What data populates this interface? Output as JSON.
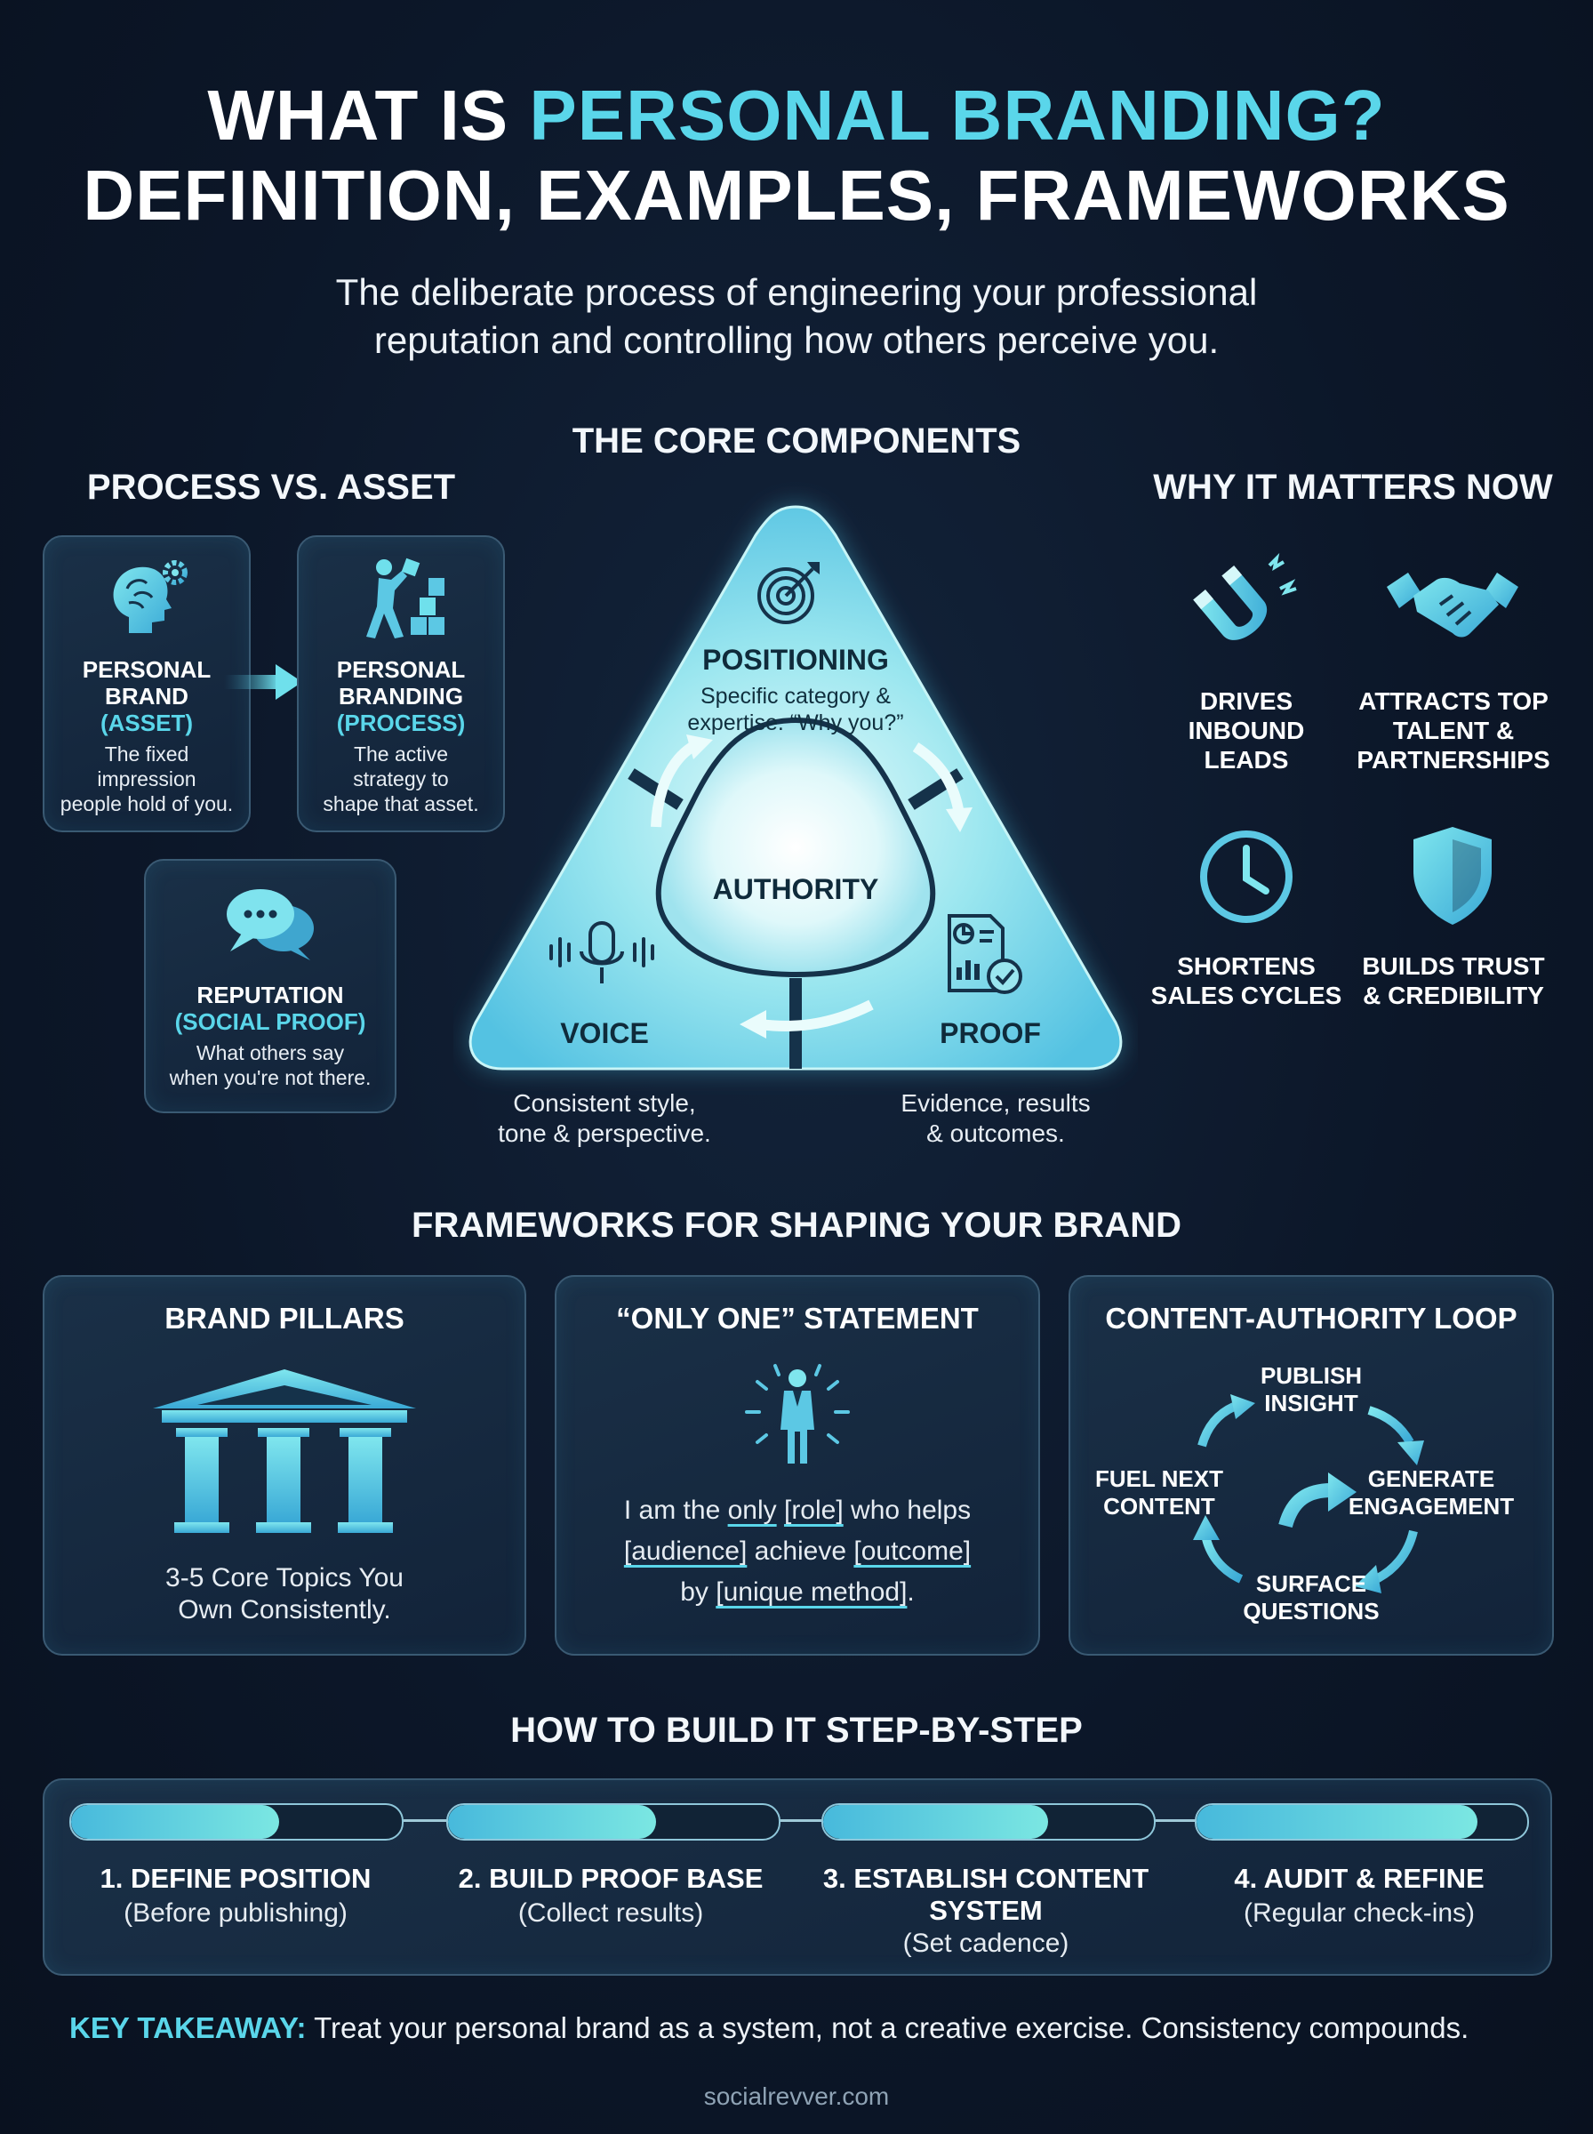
{
  "header": {
    "title_part1": "WHAT IS ",
    "title_accent": "PERSONAL BRANDING?",
    "title_line2": "DEFINITION, EXAMPLES, FRAMEWORKS",
    "subtitle_line1": "The deliberate process of engineering your professional",
    "subtitle_line2": "reputation and controlling how others perceive you."
  },
  "core": {
    "heading": "THE CORE COMPONENTS",
    "positioning": {
      "label": "POSITIONING",
      "text_line1": "Specific category &",
      "text_line2": "expertise. “Why you?”",
      "icon": "target-icon"
    },
    "authority": {
      "label": "AUTHORITY"
    },
    "voice": {
      "label": "VOICE",
      "desc_line1": "Consistent style,",
      "desc_line2": "tone & perspective.",
      "icon": "microphone-icon"
    },
    "proof": {
      "label": "PROOF",
      "desc_line1": "Evidence, results",
      "desc_line2": "& outcomes.",
      "icon": "report-check-icon"
    }
  },
  "process_vs_asset": {
    "heading": "PROCESS VS. ASSET",
    "asset": {
      "title_line1": "PERSONAL",
      "title_line2": "BRAND",
      "sub": "(ASSET)",
      "text_line1": "The fixed",
      "text_line2": "impression",
      "text_line3": "people hold of you.",
      "icon": "brain-gear-icon"
    },
    "process": {
      "title_line1": "PERSONAL",
      "title_line2": "BRANDING",
      "sub": "(PROCESS)",
      "text_line1": "The active",
      "text_line2": "strategy to",
      "text_line3": "shape that asset.",
      "icon": "person-building-icon"
    },
    "reputation": {
      "title": "REPUTATION",
      "sub": "(SOCIAL PROOF)",
      "text_line1": "What others say",
      "text_line2": "when you're not there.",
      "icon": "chat-bubbles-icon"
    }
  },
  "why": {
    "heading": "WHY IT MATTERS NOW",
    "items": [
      {
        "line1": "DRIVES",
        "line2": "INBOUND",
        "line3": "LEADS",
        "icon": "magnet-icon"
      },
      {
        "line1": "ATTRACTS TOP",
        "line2": "TALENT &",
        "line3": "PARTNERSHIPS",
        "icon": "handshake-icon"
      },
      {
        "line1": "SHORTENS",
        "line2": "SALES CYCLES",
        "icon": "clock-icon"
      },
      {
        "line1": "BUILDS TRUST",
        "line2": "& CREDIBILITY",
        "icon": "shield-icon"
      }
    ]
  },
  "frameworks": {
    "heading": "FRAMEWORKS FOR SHAPING YOUR BRAND",
    "pillars": {
      "title": "BRAND PILLARS",
      "text_line1": "3-5 Core Topics You",
      "text_line2": "Own Consistently.",
      "icon": "pillars-icon"
    },
    "only_one": {
      "title": "“ONLY ONE” STATEMENT",
      "icon": "person-spotlight-icon",
      "l1_a": "I am the ",
      "l1_b": "only",
      "l1_c": " ",
      "l1_d": "[role]",
      "l1_e": " who helps",
      "l2_a": "[audience]",
      "l2_b": " achieve ",
      "l2_c": "[outcome]",
      "l3_a": "by ",
      "l3_b": "[unique method]",
      "l3_c": "."
    },
    "loop": {
      "title": "CONTENT-AUTHORITY LOOP",
      "top_line1": "PUBLISH",
      "top_line2": "INSIGHT",
      "right_line1": "GENERATE",
      "right_line2": "ENGAGEMENT",
      "bottom_line1": "SURFACE",
      "bottom_line2": "QUESTIONS",
      "left_line1": "FUEL NEXT",
      "left_line2": "CONTENT"
    }
  },
  "steps": {
    "heading": "HOW TO BUILD IT STEP-BY-STEP",
    "items": [
      {
        "title_line1": "1. DEFINE POSITION",
        "title_line2": "",
        "sub": "(Before publishing)",
        "progress": 0.63
      },
      {
        "title_line1": "2. BUILD PROOF BASE",
        "title_line2": "",
        "sub": "(Collect results)",
        "progress": 0.63
      },
      {
        "title_line1": "3. ESTABLISH CONTENT",
        "title_line2": "SYSTEM",
        "sub": "(Set cadence)",
        "progress": 0.68
      },
      {
        "title_line1": "4. AUDIT & REFINE",
        "title_line2": "",
        "sub": "(Regular check-ins)",
        "progress": 0.85
      }
    ]
  },
  "takeaway": {
    "label": "KEY TAKEAWAY:",
    "text": " Treat your personal brand as a system, not a creative exercise. Consistency compounds."
  },
  "footer": {
    "site": "socialrevver.com"
  },
  "colors": {
    "accent": "#5ad6ea",
    "background": "#0b1527",
    "triangle": "#a8ecf0"
  }
}
